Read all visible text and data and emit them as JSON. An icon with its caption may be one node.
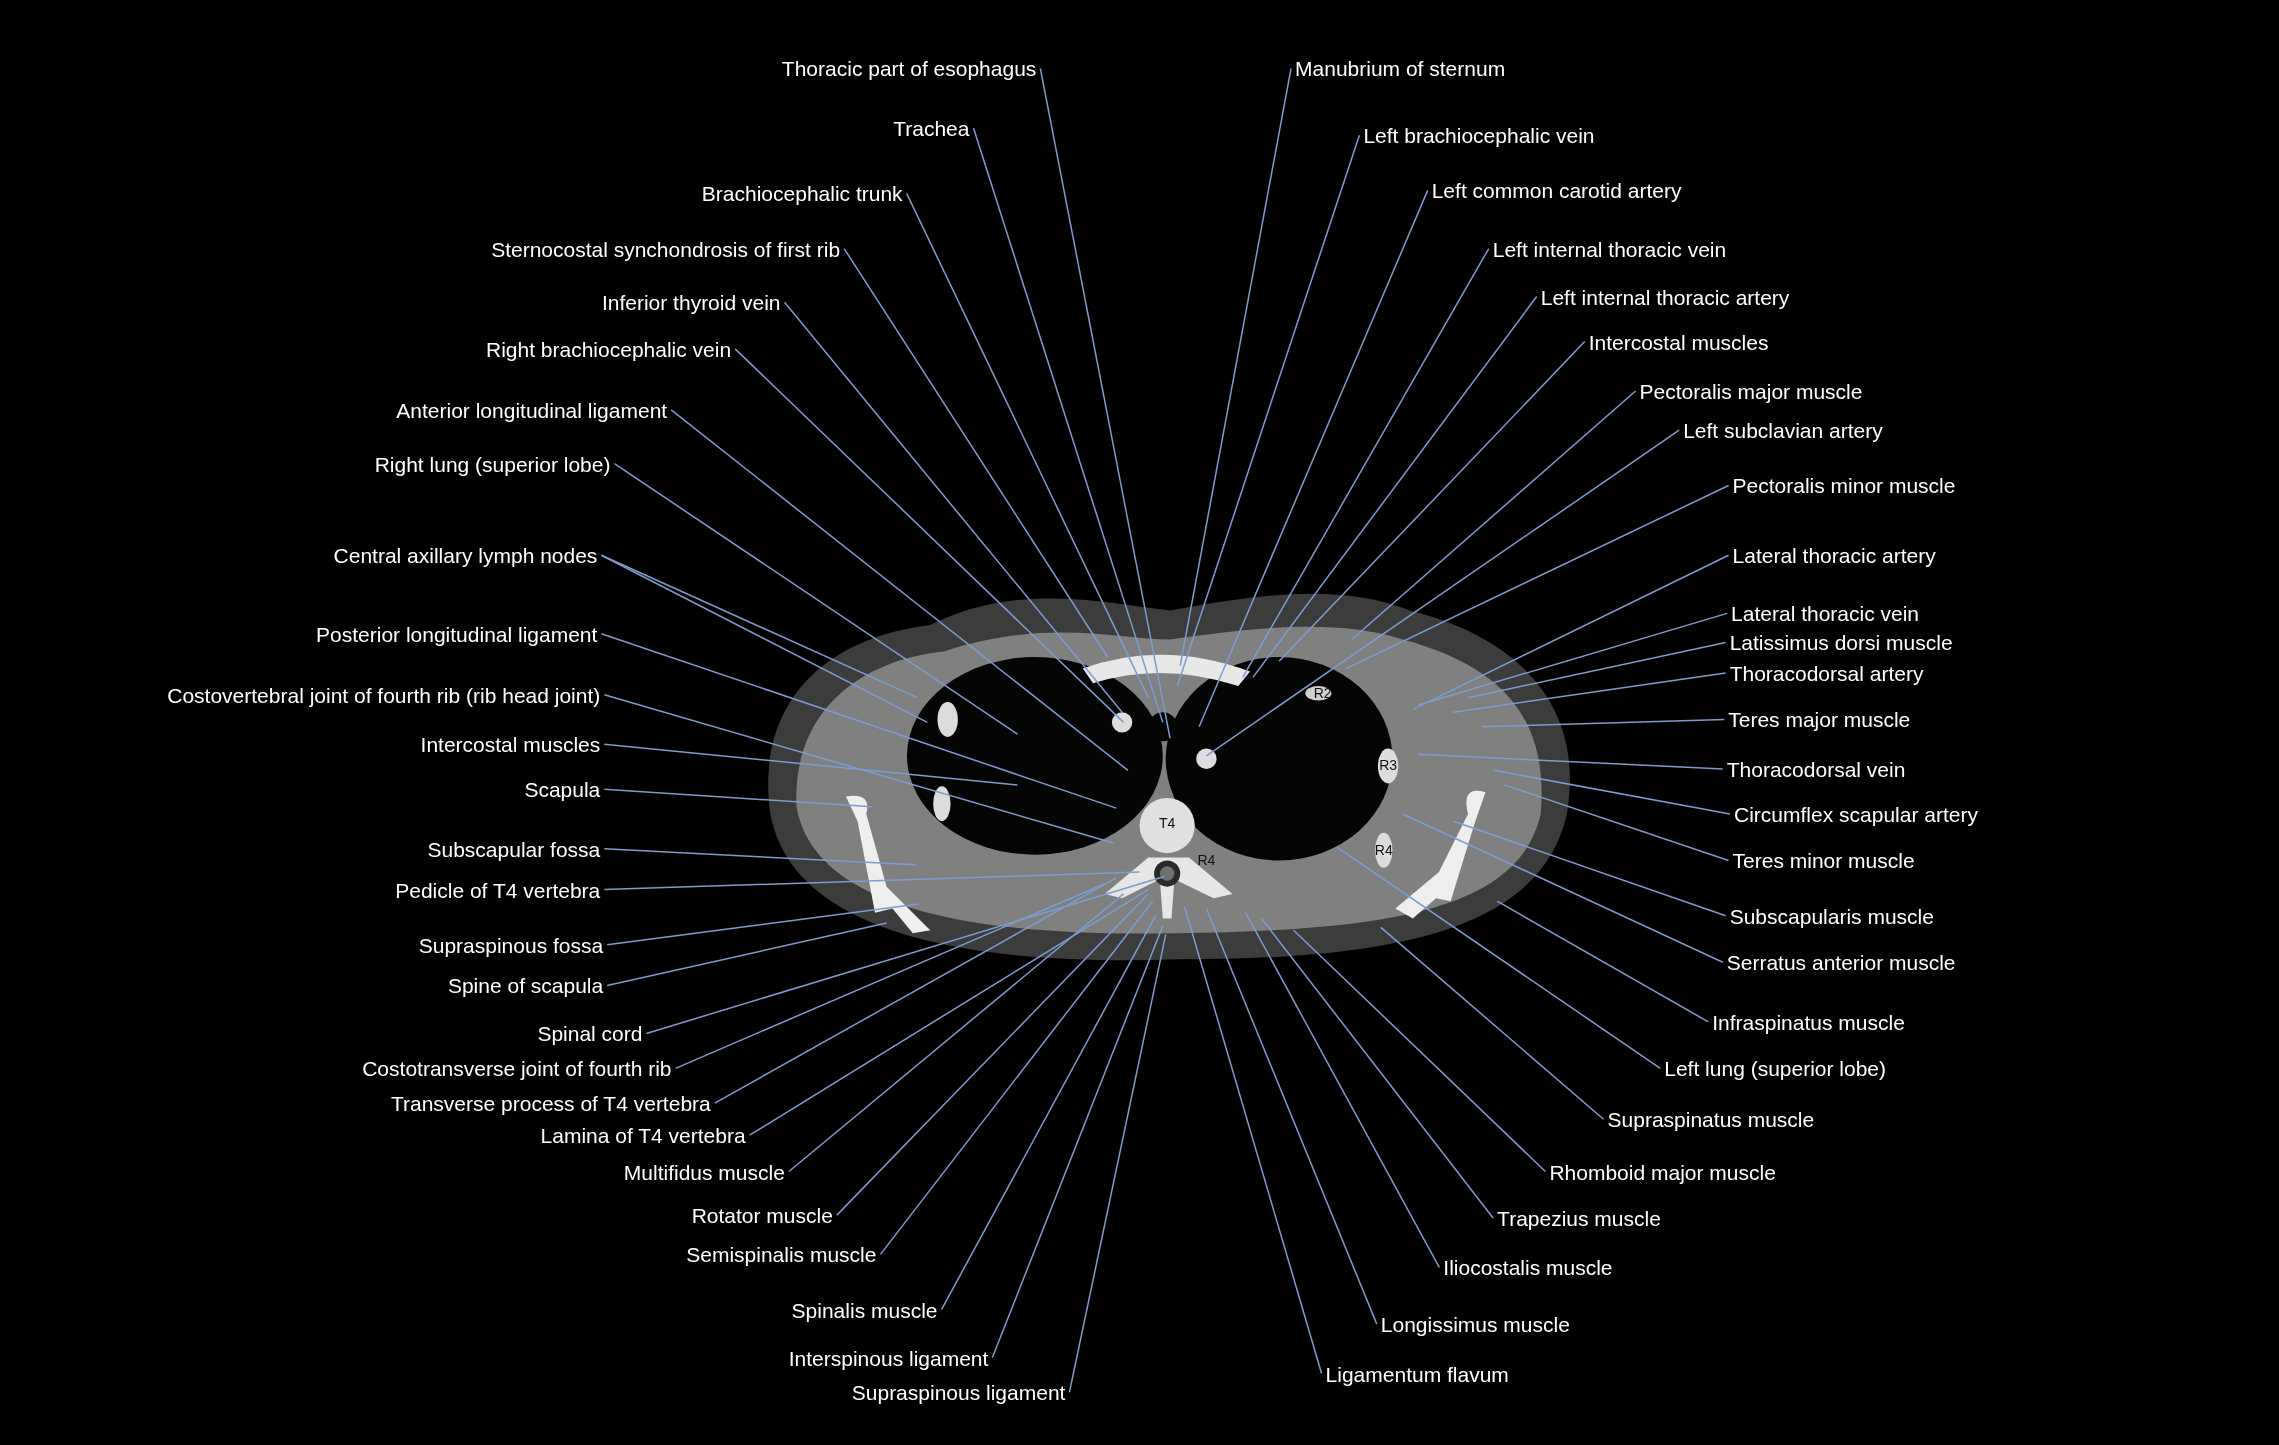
{
  "diagram": {
    "nodes": [
      {
        "text": [
          "Thoracic part of esophagus"
        ]
      },
      {
        "text": [
          "Trachea"
        ]
      },
      {
        "text": [
          "Brachiocephalic trunk"
        ]
      },
      {
        "text": [
          "Sternocostal synchondrosis of first rib"
        ]
      },
      {
        "text": [
          "Inferior thyroid vein"
        ]
      },
      {
        "text": [
          "Right brachiocephalic vein"
        ]
      },
      {
        "text": [
          "Anterior longitudinal ligament"
        ]
      },
      {
        "text": [
          "Right lung (superior lobe)"
        ]
      },
      {
        "text": [
          "Central axillary lymph nodes"
        ]
      },
      {
        "text": [
          "Posterior longitudinal ligament"
        ]
      },
      {
        "text": [
          "Costovertebral joint of fourth rib (rib head joint)"
        ]
      },
      {
        "text": [
          "Intercostal muscles"
        ]
      },
      {
        "text": [
          "Scapula"
        ]
      },
      {
        "text": [
          "Subscapular fossa"
        ]
      },
      {
        "text": [
          "Pedicle of T4 vertebra"
        ]
      },
      {
        "text": [
          "Supraspinous fossa"
        ]
      },
      {
        "text": [
          "Spine of scapula"
        ]
      },
      {
        "text": [
          "Spinal cord"
        ]
      },
      {
        "text": [
          "Costotransverse joint of fourth rib"
        ]
      },
      {
        "text": [
          "Transverse process of T4 vertebra"
        ]
      },
      {
        "text": [
          "Lamina of T4 vertebra"
        ]
      },
      {
        "text": [
          "Multifidus muscle"
        ]
      },
      {
        "text": [
          "Rotator muscle"
        ]
      },
      {
        "text": [
          "Semispinalis muscle"
        ]
      },
      {
        "text": [
          "Spinalis muscle"
        ]
      },
      {
        "text": [
          "Interspinous ligament"
        ]
      },
      {
        "text": [
          "Supraspinous ligament"
        ]
      },
      {
        "text": [
          "Manubrium of sternum"
        ]
      },
      {
        "text": [
          "Left brachiocephalic vein"
        ]
      },
      {
        "text": [
          "Left common carotid artery"
        ]
      },
      {
        "text": [
          "Left internal thoracic vein"
        ]
      },
      {
        "text": [
          "Left internal thoracic artery"
        ]
      },
      {
        "text": [
          "Intercostal muscles"
        ]
      },
      {
        "text": [
          "Pectoralis major muscle"
        ]
      },
      {
        "text": [
          "Left subclavian artery"
        ]
      },
      {
        "text": [
          "Pectoralis minor muscle"
        ]
      },
      {
        "text": [
          "Lateral thoracic artery"
        ]
      },
      {
        "text": [
          "Lateral thoracic vein"
        ]
      },
      {
        "text": [
          "Latissimus dorsi muscle"
        ]
      },
      {
        "text": [
          "Thoracodorsal artery"
        ]
      },
      {
        "text": [
          "Teres major muscle"
        ]
      },
      {
        "text": [
          "Thoracodorsal vein"
        ]
      },
      {
        "text": [
          "Circumflex scapular artery"
        ]
      },
      {
        "text": [
          "Teres minor muscle"
        ]
      },
      {
        "text": [
          "Subscapularis muscle"
        ]
      },
      {
        "text": [
          "Serratus anterior muscle"
        ]
      },
      {
        "text": [
          "Infraspinatus muscle"
        ]
      },
      {
        "text": [
          "Left lung (superior lobe)"
        ]
      },
      {
        "text": [
          "Supraspinatus muscle"
        ]
      },
      {
        "text": [
          "Rhomboid major muscle"
        ]
      },
      {
        "text": [
          "Trapezius muscle"
        ]
      },
      {
        "text": [
          "Iliocostalis muscle"
        ]
      },
      {
        "text": [
          "Longissimus muscle"
        ]
      },
      {
        "text": [
          "Ligamentum flavum"
        ]
      },
      {
        "text": [
          "T4",
          "R2",
          "R3",
          "R4",
          "R4"
        ]
      }
    ],
    "edges": [
      {
        "from": 0,
        "to": 54,
        "arrow": "none"
      },
      {
        "from": 1,
        "to": 54,
        "arrow": "none"
      },
      {
        "from": 2,
        "to": 54,
        "arrow": "none"
      },
      {
        "from": 3,
        "to": 54,
        "arrow": "none"
      },
      {
        "from": 4,
        "to": 54,
        "arrow": "none"
      },
      {
        "from": 5,
        "to": 54,
        "arrow": "none"
      },
      {
        "from": 6,
        "to": 54,
        "arrow": "none"
      },
      {
        "from": 7,
        "to": 54,
        "arrow": "none"
      },
      {
        "from": 8,
        "to": 54,
        "arrow": "none"
      },
      {
        "from": 9,
        "to": 54,
        "arrow": "none"
      },
      {
        "from": 10,
        "to": 54,
        "arrow": "none"
      },
      {
        "from": 11,
        "to": 54,
        "arrow": "none"
      },
      {
        "from": 12,
        "to": 54,
        "arrow": "none"
      },
      {
        "from": 13,
        "to": 54,
        "arrow": "none"
      },
      {
        "from": 14,
        "to": 54,
        "arrow": "none"
      },
      {
        "from": 15,
        "to": 54,
        "arrow": "none"
      },
      {
        "from": 16,
        "to": 54,
        "arrow": "none"
      },
      {
        "from": 17,
        "to": 54,
        "arrow": "none"
      },
      {
        "from": 18,
        "to": 54,
        "arrow": "none"
      },
      {
        "from": 19,
        "to": 54,
        "arrow": "none"
      },
      {
        "from": 20,
        "to": 54,
        "arrow": "none"
      },
      {
        "from": 21,
        "to": 54,
        "arrow": "none"
      },
      {
        "from": 22,
        "to": 54,
        "arrow": "none"
      },
      {
        "from": 23,
        "to": 54,
        "arrow": "none"
      },
      {
        "from": 24,
        "to": 54,
        "arrow": "none"
      },
      {
        "from": 25,
        "to": 54,
        "arrow": "none"
      },
      {
        "from": 26,
        "to": 54,
        "arrow": "none"
      },
      {
        "from": 27,
        "to": 54,
        "arrow": "none"
      },
      {
        "from": 28,
        "to": 54,
        "arrow": "none"
      },
      {
        "from": 29,
        "to": 54,
        "arrow": "none"
      },
      {
        "from": 30,
        "to": 54,
        "arrow": "none"
      },
      {
        "from": 31,
        "to": 54,
        "arrow": "none"
      },
      {
        "from": 32,
        "to": 54,
        "arrow": "none"
      },
      {
        "from": 33,
        "to": 54,
        "arrow": "none"
      },
      {
        "from": 34,
        "to": 54,
        "arrow": "none"
      },
      {
        "from": 35,
        "to": 54,
        "arrow": "none"
      },
      {
        "from": 36,
        "to": 54,
        "arrow": "none"
      },
      {
        "from": 37,
        "to": 54,
        "arrow": "none"
      },
      {
        "from": 38,
        "to": 54,
        "arrow": "none"
      },
      {
        "from": 39,
        "to": 54,
        "arrow": "none"
      },
      {
        "from": 40,
        "to": 54,
        "arrow": "none"
      },
      {
        "from": 41,
        "to": 54,
        "arrow": "none"
      },
      {
        "from": 42,
        "to": 54,
        "arrow": "none"
      },
      {
        "from": 43,
        "to": 54,
        "arrow": "none"
      },
      {
        "from": 44,
        "to": 54,
        "arrow": "none"
      },
      {
        "from": 45,
        "to": 54,
        "arrow": "none"
      },
      {
        "from": 46,
        "to": 54,
        "arrow": "none"
      },
      {
        "from": 47,
        "to": 54,
        "arrow": "none"
      },
      {
        "from": 48,
        "to": 54,
        "arrow": "none"
      },
      {
        "from": 49,
        "to": 54,
        "arrow": "none"
      },
      {
        "from": 50,
        "to": 54,
        "arrow": "none"
      },
      {
        "from": 51,
        "to": 54,
        "arrow": "none"
      },
      {
        "from": 52,
        "to": 54,
        "arrow": "none"
      },
      {
        "from": 53,
        "to": 54,
        "arrow": "none"
      },
      {
        "from": 8,
        "to": 54,
        "arrow": "none"
      }
    ]
  }
}
